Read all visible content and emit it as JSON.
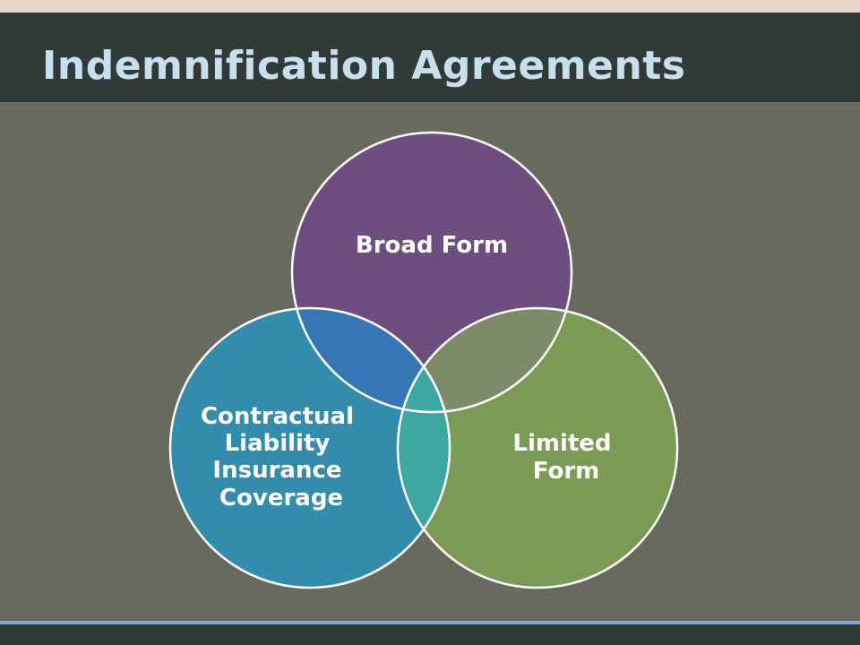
{
  "slide": {
    "title": "Indemnification Agreements"
  },
  "venn": {
    "broad_form": "Broad Form",
    "limited_form": [
      "Limited",
      "Form"
    ],
    "contractual": [
      "Contractual",
      "Liability",
      "Insurance",
      "Coverage"
    ]
  },
  "colors": {
    "title_bar": "#323a37",
    "title_text": "#c8dff0",
    "background": "#676a5d",
    "top_strip": "#e6d9c8",
    "rule": "#7ea6d8",
    "broad_form_circle": "#6e4e7e",
    "limited_form_circle": "#7b9a55",
    "contractual_circle": "#338cab",
    "overlap_broad_contractual": "#3676b5",
    "overlap_broad_limited": "#7d8b6a",
    "overlap_limited_contractual": "#3fa7a3"
  }
}
